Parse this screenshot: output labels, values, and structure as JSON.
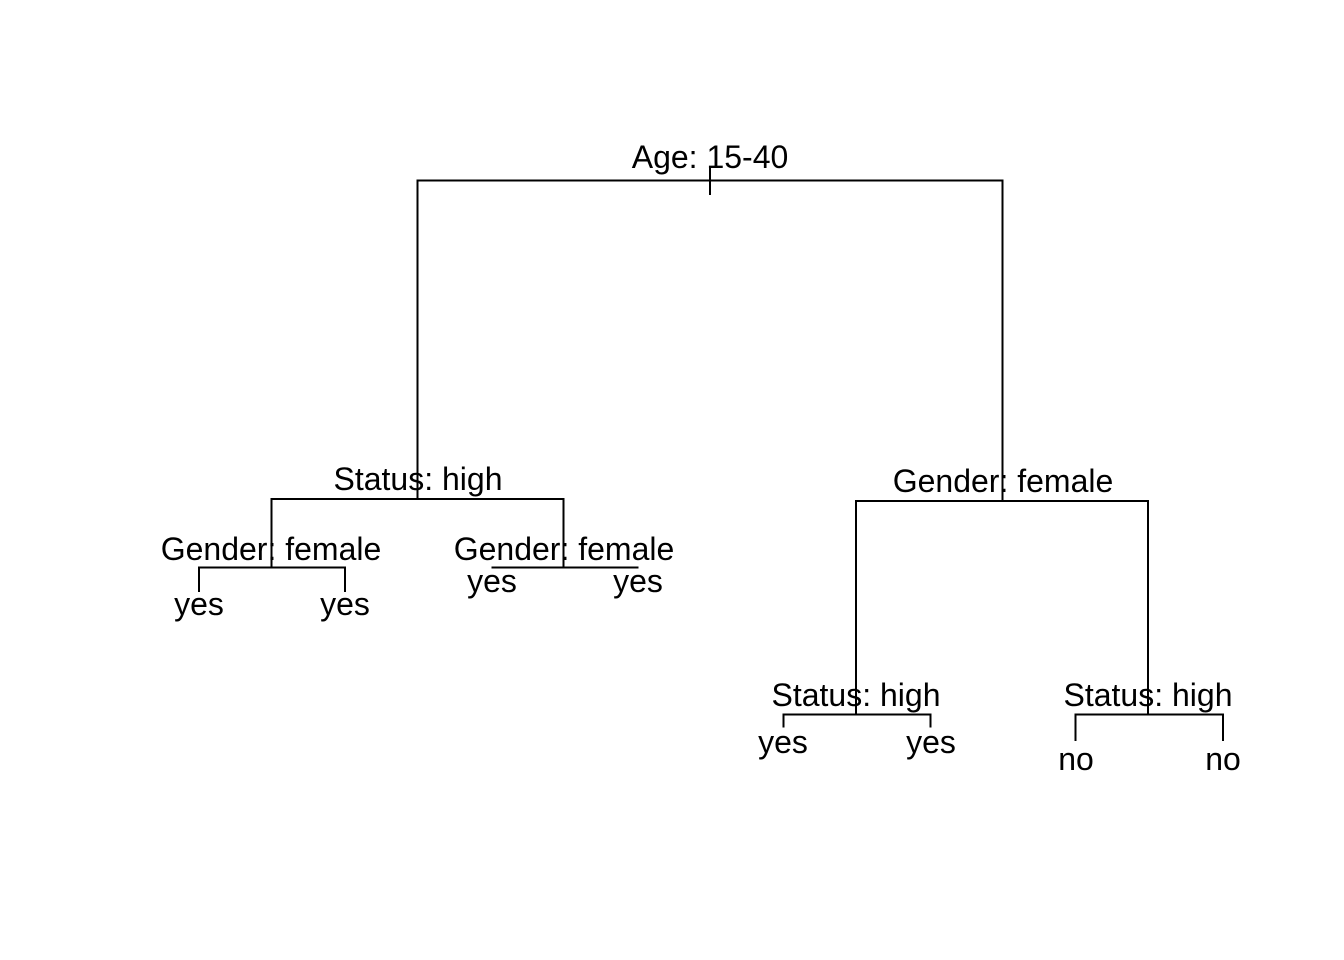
{
  "figure": {
    "type": "decision-tree-dendrogram",
    "background_color": "#ffffff",
    "line_color": "#000000",
    "text_color": "#000000"
  },
  "tree": {
    "root": {
      "label": "Age: 15-40",
      "left": {
        "label": "Status: high",
        "left": {
          "label": "Gender: female",
          "leaves": [
            "yes",
            "yes"
          ]
        },
        "right": {
          "label": "Gender: female",
          "leaves": [
            "yes",
            "yes"
          ]
        }
      },
      "right": {
        "label": "Gender: female",
        "left": {
          "label": "Status: high",
          "leaves": [
            "yes",
            "yes"
          ]
        },
        "right": {
          "label": "Status: high",
          "leaves": [
            "no",
            "no"
          ]
        }
      }
    }
  }
}
